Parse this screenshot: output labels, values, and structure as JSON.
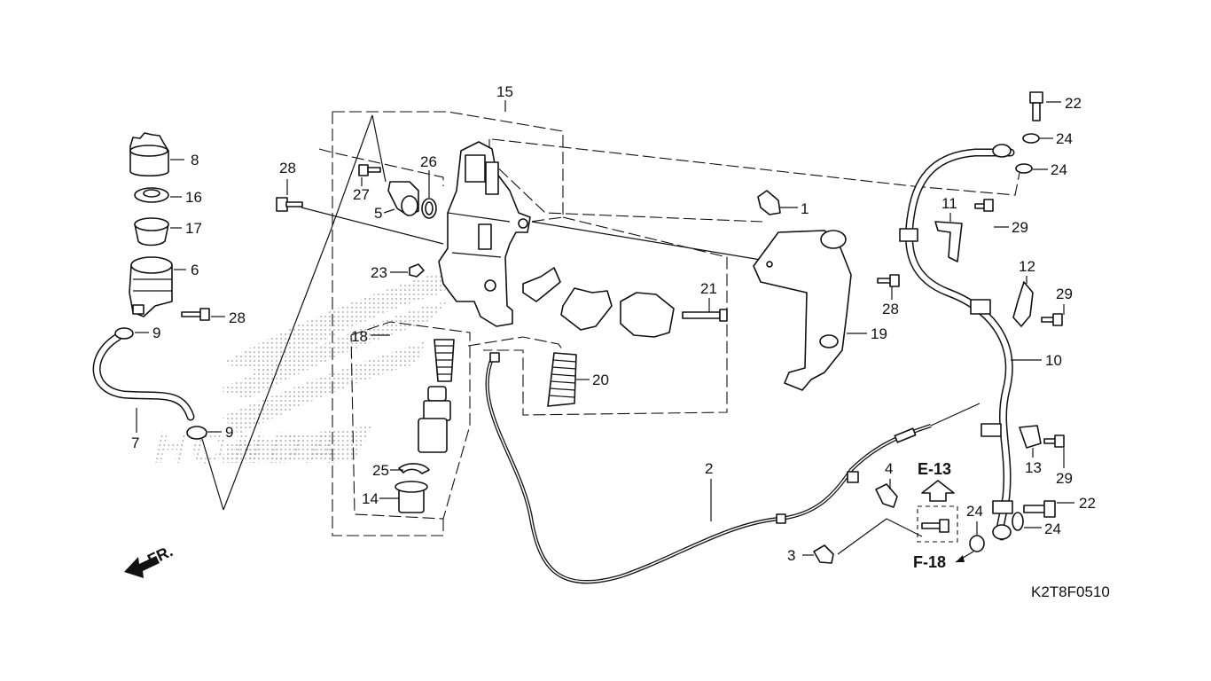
{
  "diagram": {
    "code": "K2T8F0510",
    "front_marker": "FR.",
    "references": {
      "upper": "E-13",
      "lower": "F-18"
    },
    "watermark": "HONDA",
    "callouts": {
      "c1": "1",
      "c2": "2",
      "c3": "3",
      "c4": "4",
      "c5": "5",
      "c6": "6",
      "c7": "7",
      "c8": "8",
      "c9a": "9",
      "c9b": "9",
      "c10": "10",
      "c11": "11",
      "c12": "12",
      "c13": "13",
      "c14": "14",
      "c15": "15",
      "c16": "16",
      "c17": "17",
      "c18": "18",
      "c19": "19",
      "c20": "20",
      "c21": "21",
      "c22a": "22",
      "c22b": "22",
      "c23": "23",
      "c24a": "24",
      "c24b": "24",
      "c24c": "24",
      "c24d": "24",
      "c25": "25",
      "c26": "26",
      "c27": "27",
      "c28a": "28",
      "c28b": "28",
      "c28c": "28",
      "c29a": "29",
      "c29b": "29",
      "c29c": "29"
    }
  }
}
